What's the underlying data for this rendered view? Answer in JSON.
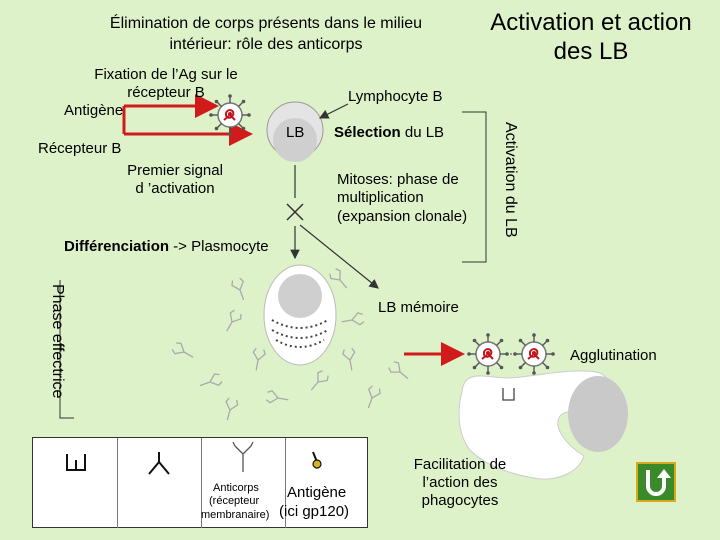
{
  "title_left_line1": "Élimination de corps présents dans le milieu",
  "title_left_line2": "intérieur: rôle des anticorps",
  "title_right_line1": "Activation et action",
  "title_right_line2": "des LB",
  "labels": {
    "fixation_line1": "Fixation de l’Ag sur le",
    "fixation_line2": "récepteur B",
    "antigene": "Antigène",
    "recepteur_b": "Récepteur B",
    "premier_signal_line1": "Premier signal",
    "premier_signal_line2": "d ’activation",
    "lymphocyte_b": "Lymphocyte B",
    "lb": "LB",
    "selection_bold": "Sélection",
    "selection_rest": " du LB",
    "mitoses_line1": "Mitoses: phase de",
    "mitoses_line2": "multiplication",
    "mitoses_line3": "(expansion clonale)",
    "differenciation_bold": "Différenciation",
    "differenciation_rest": " -> Plasmocyte",
    "lb_memoire": "LB mémoire",
    "agglutination": "Agglutination",
    "facilitation_line1": "Facilitation de",
    "facilitation_line2": "l’action des",
    "facilitation_line3": "phagocytes",
    "activation_vertical": "Activation du LB",
    "phase_effectrice_vertical": "Phase effectrice"
  },
  "legend": {
    "anticorps_line1": "Anticorps",
    "anticorps_line2": "(récepteur",
    "anticorps_line3": "membranaire)",
    "antigene_line1": "Antigène",
    "antigene_line2": "(ici gp120)"
  },
  "colors": {
    "background": "#ddf2c9",
    "red_arrow": "#d11a1a",
    "virus_red": "#c0151b",
    "cell_grey": "#c9c9c9",
    "nav_green": "#3a8a2a"
  },
  "icons": {
    "nav_button": "u-turn-arrow-icon"
  }
}
